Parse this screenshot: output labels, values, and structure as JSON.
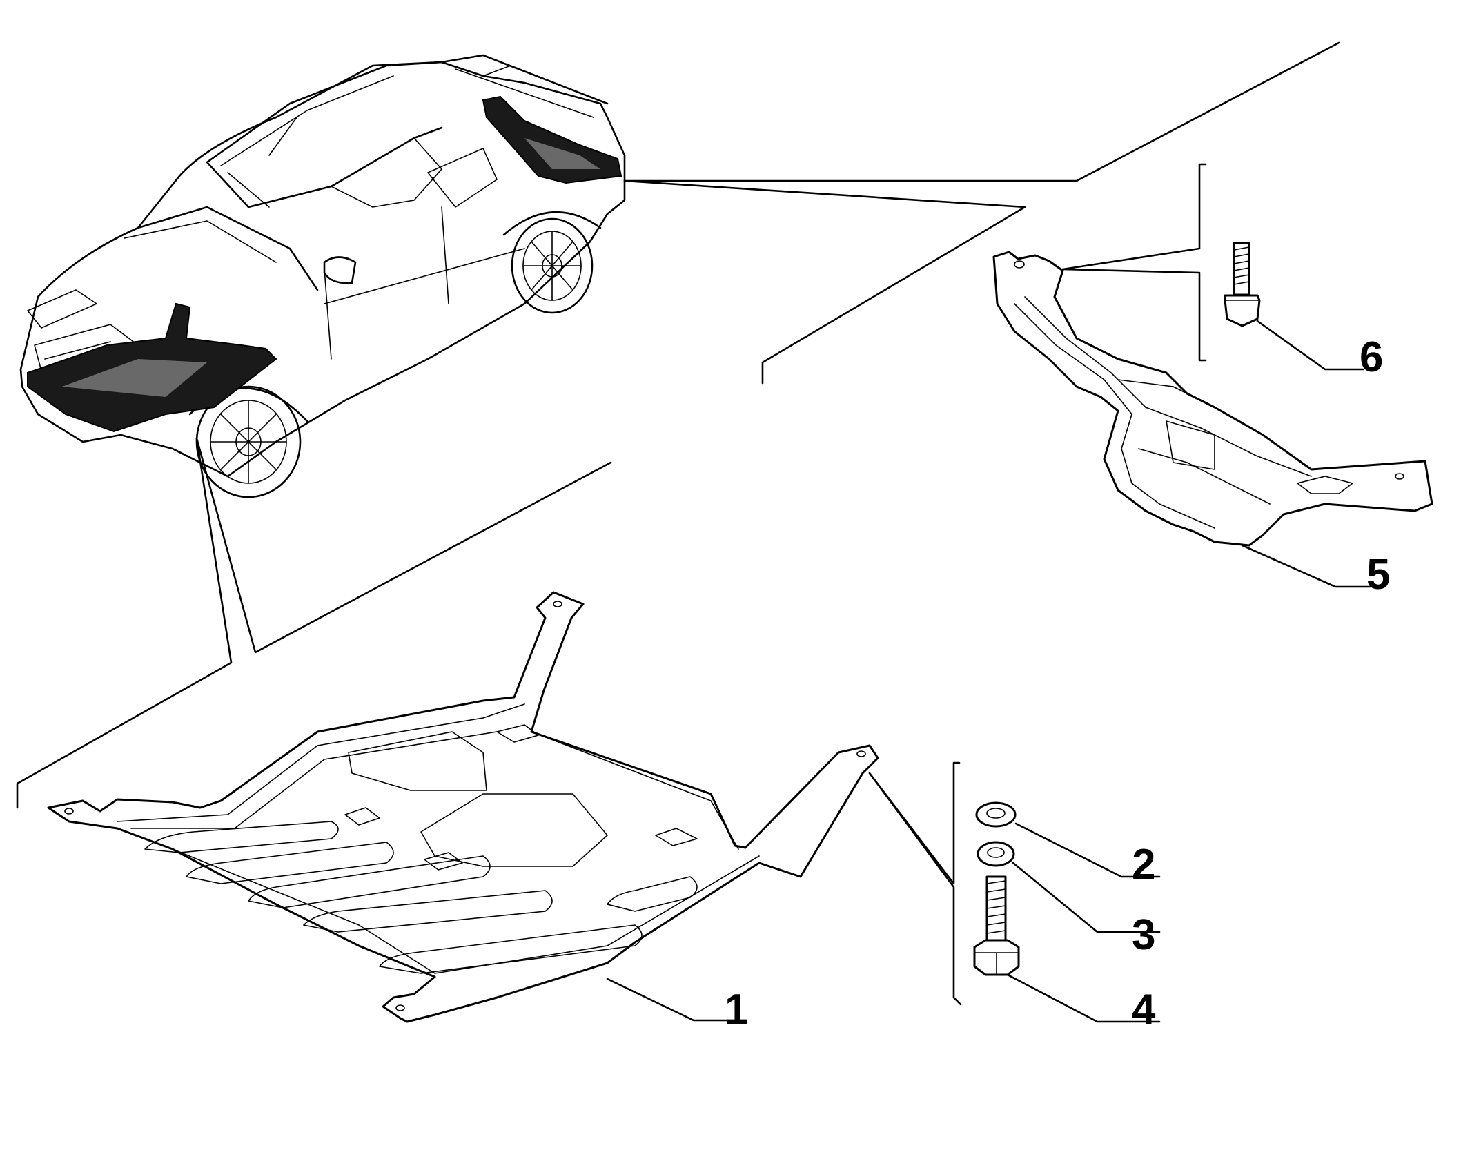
{
  "callouts": [
    {
      "id": "1",
      "label": "1"
    },
    {
      "id": "2",
      "label": "2"
    },
    {
      "id": "3",
      "label": "3"
    },
    {
      "id": "4",
      "label": "4"
    },
    {
      "id": "5",
      "label": "5"
    },
    {
      "id": "6",
      "label": "6"
    }
  ],
  "colors": {
    "line": "#000000",
    "background": "#ffffff",
    "highlight": "#1a1a1a"
  }
}
